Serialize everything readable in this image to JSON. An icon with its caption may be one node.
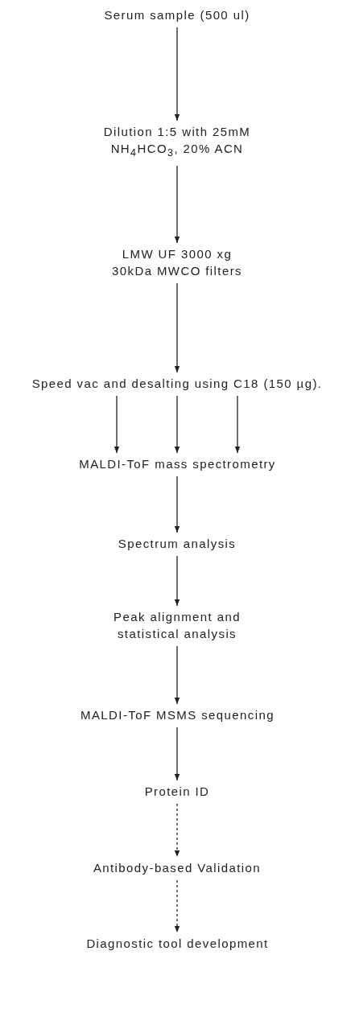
{
  "diagram": {
    "nodes": [
      {
        "text": [
          "Serum sample (500 ul)"
        ]
      },
      {
        "text": [
          "Dilution 1:5 with 25mM NH$_{4}$HCO$_{3}$, 20% ACN"
        ]
      },
      {
        "text": [
          "LMW UF 3000 xg 30kDa MWCO filters"
        ]
      },
      {
        "text": [
          "Speed vac and desalting using C18 (150 µg)."
        ]
      },
      {
        "text": [
          "MALDI-ToF mass spectrometry"
        ]
      },
      {
        "text": [
          "Spectrum analysis"
        ]
      },
      {
        "text": [
          "Peak alignment and statistical analysis"
        ]
      },
      {
        "text": [
          "MALDI-ToF MSMS sequencing"
        ]
      },
      {
        "text": [
          "Protein ID"
        ]
      },
      {
        "text": [
          "Antibody-based Validation"
        ]
      },
      {
        "text": [
          "Diagnostic tool development"
        ]
      }
    ],
    "edges": [
      {
        "from": 0,
        "to": 1,
        "arrow": "to"
      },
      {
        "from": 1,
        "to": 2,
        "arrow": "to"
      },
      {
        "from": 2,
        "to": 3,
        "arrow": "to"
      },
      {
        "from": 3,
        "to": 4,
        "arrow": "to"
      },
      {
        "from": 3,
        "to": 4,
        "arrow": "to"
      },
      {
        "from": 3,
        "to": 4,
        "arrow": "to"
      },
      {
        "from": 4,
        "to": 5,
        "arrow": "to"
      },
      {
        "from": 5,
        "to": 6,
        "arrow": "to"
      },
      {
        "from": 6,
        "to": 7,
        "arrow": "to"
      },
      {
        "from": 7,
        "to": 8,
        "arrow": "to"
      },
      {
        "from": 8,
        "to": 9,
        "arrow": "to",
        "style": "dashed"
      },
      {
        "from": 9,
        "to": 10,
        "arrow": "to",
        "style": "dashed"
      }
    ]
  }
}
